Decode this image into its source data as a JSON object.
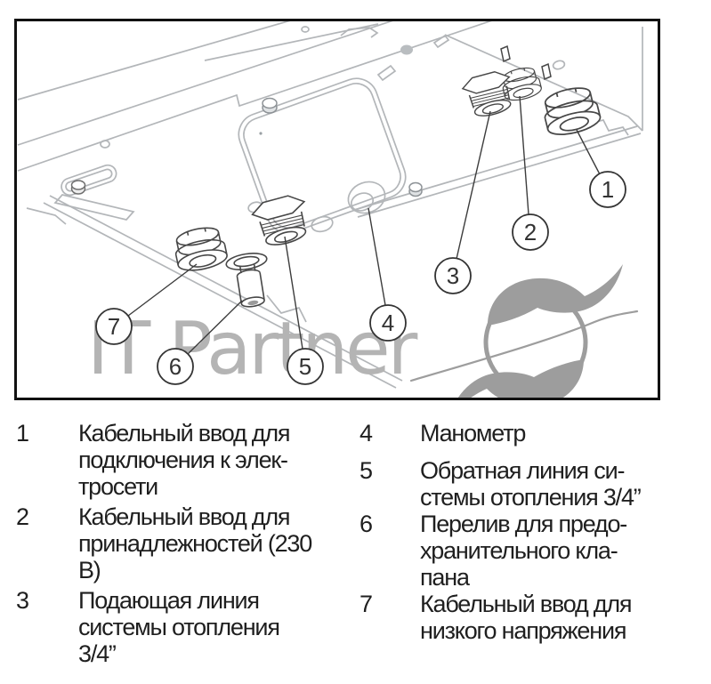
{
  "figure": {
    "watermark": "IT Partner",
    "callouts": {
      "c1": "1",
      "c2": "2",
      "c3": "3",
      "c4": "4",
      "c5": "5",
      "c6": "6",
      "c7": "7"
    }
  },
  "legend": {
    "left": [
      {
        "num": "1",
        "text": "Кабельный ввод для\nподключения к элек-\nтросети"
      },
      {
        "num": "2",
        "text": "Кабельный ввод для\nпринадлежностей (230\nВ)"
      },
      {
        "num": "3",
        "text": "Подающая линия\nсистемы отопления\n3/4”"
      }
    ],
    "right": [
      {
        "num": "4",
        "text": "Манометр"
      },
      {
        "num": "5",
        "text": "Обратная линия си-\nстемы отопления 3/4”"
      },
      {
        "num": "6",
        "text": "Перелив для предо-\nхранительного кла-\nпана"
      },
      {
        "num": "7",
        "text": "Кабельный ввод для\nнизкого напряжения"
      }
    ]
  },
  "colors": {
    "frame": "#111111",
    "drawing_line": "#b3b6b9",
    "fitting_line": "#474747",
    "leader_line": "#3c3c3c",
    "callout_stroke": "#333333",
    "legend_text": "#1f1f1f",
    "watermark": "#b4b4b4",
    "logo": "#9d9d9d"
  }
}
